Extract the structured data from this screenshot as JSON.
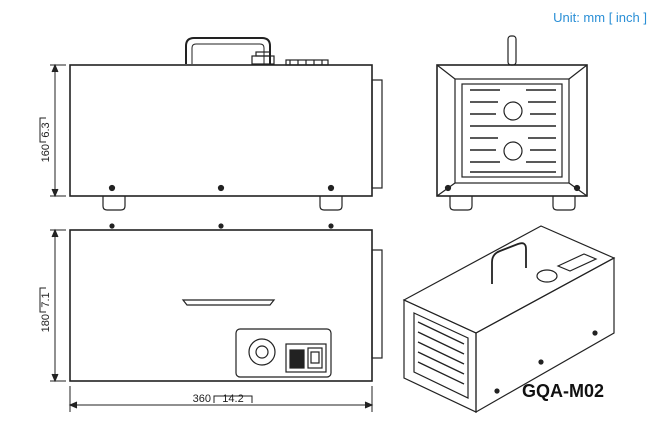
{
  "header": {
    "unit_note": "Unit: mm [ inch ]"
  },
  "views": {
    "top_left": {
      "height_mm": "160",
      "height_in": "6.3"
    },
    "bottom_left": {
      "height_mm": "180",
      "height_in": "7.1",
      "width_mm": "360",
      "width_in": "14.2"
    }
  },
  "product": {
    "model": "GQA-M02"
  }
}
